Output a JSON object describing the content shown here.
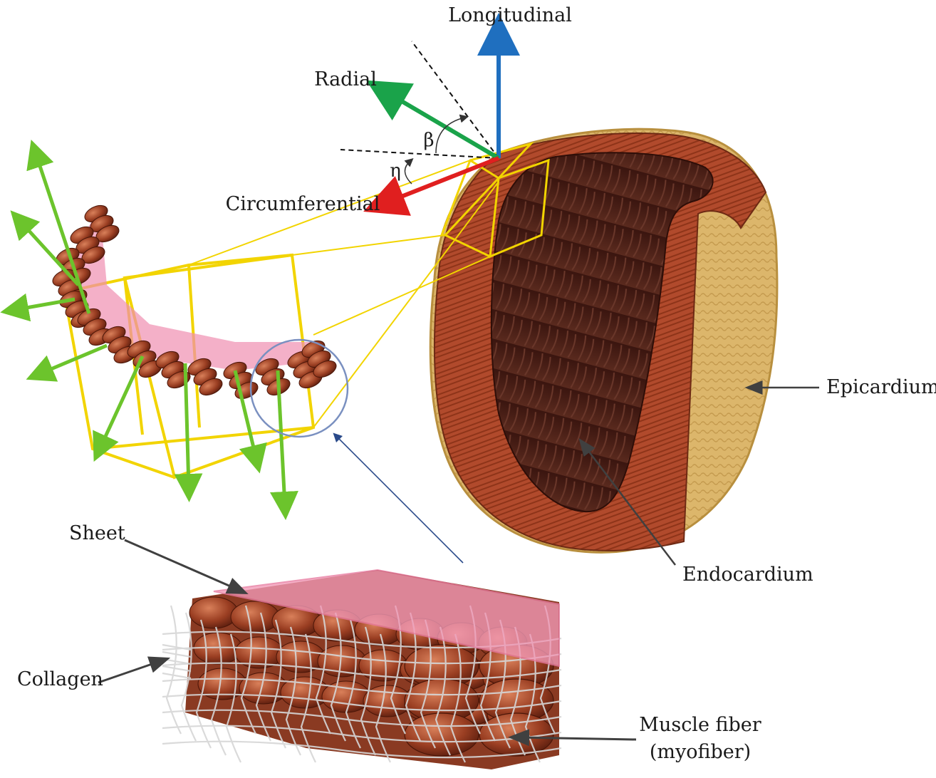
{
  "axes": {
    "longitudinal": "Longitudinal",
    "radial": "Radial",
    "circumferential": "Circumferential",
    "beta": "β",
    "eta": "η"
  },
  "labels": {
    "epicardium": "Epicardium",
    "endocardium": "Endocardium",
    "sheet": "Sheet",
    "collagen": "Collagen",
    "muscle_fiber_line1": "Muscle fiber",
    "muscle_fiber_line2": "(myofiber)"
  },
  "colors": {
    "longitudinal_arrow": "#1f6fbf",
    "radial_arrow": "#1aa34a",
    "circumferential_arrow": "#e01f1f",
    "frame_lines": "#f2d400",
    "fiber_arrows": "#6cc42c",
    "muscle": "#a0452a",
    "endocardium": "#4a1f18",
    "epicardium": "#d8b46a",
    "sheet": "#f08fb0",
    "collagen": "#c9c9c9"
  }
}
